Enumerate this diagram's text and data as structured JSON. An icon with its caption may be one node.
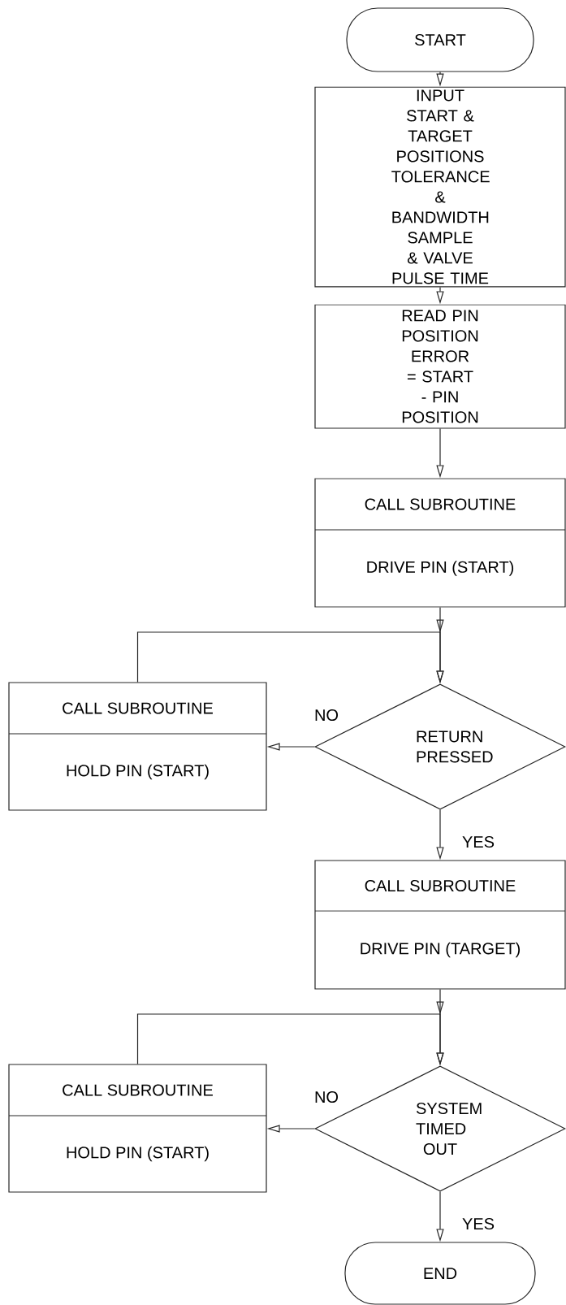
{
  "diagram": {
    "nodes": [
      {
        "text": [
          "START"
        ]
      },
      {
        "text": [
          "INPUT START & TARGET POSITIONS TOLERANCE & BANDWIDTH SAMPLE & VALVE PULSE TIME"
        ]
      },
      {
        "text": [
          "READ PIN POSITION ERROR = START - PIN POSITION"
        ]
      },
      {
        "text": [
          "CALL SUBROUTINE",
          "DRIVE PIN (START)"
        ]
      },
      {
        "text": [
          "RETURN PRESSED"
        ]
      },
      {
        "text": [
          "CALL SUBROUTINE",
          "HOLD PIN (START)"
        ]
      },
      {
        "text": [
          "CALL SUBROUTINE",
          "DRIVE PIN (TARGET)"
        ]
      },
      {
        "text": [
          "SYSTEM TIMED OUT"
        ]
      },
      {
        "text": [
          "CALL SUBROUTINE",
          "HOLD PIN (START)"
        ]
      },
      {
        "text": [
          "END"
        ]
      }
    ],
    "edges": [
      {
        "from": 0,
        "to": 1,
        "arrow": "to"
      },
      {
        "from": 1,
        "to": 2,
        "arrow": "to"
      },
      {
        "from": 2,
        "to": 3,
        "arrow": "to"
      },
      {
        "from": 3,
        "to": 4,
        "arrow": "to"
      },
      {
        "from": 4,
        "to": 5,
        "arrow": "to",
        "label": "NO"
      },
      {
        "from": 5,
        "to": 4,
        "arrow": "to"
      },
      {
        "from": 4,
        "to": 6,
        "arrow": "to",
        "label": "YES"
      },
      {
        "from": 6,
        "to": 7,
        "arrow": "to"
      },
      {
        "from": 7,
        "to": 8,
        "arrow": "to",
        "label": "NO"
      },
      {
        "from": 8,
        "to": 7,
        "arrow": "to"
      },
      {
        "from": 7,
        "to": 9,
        "arrow": "to",
        "label": "YES"
      }
    ]
  }
}
